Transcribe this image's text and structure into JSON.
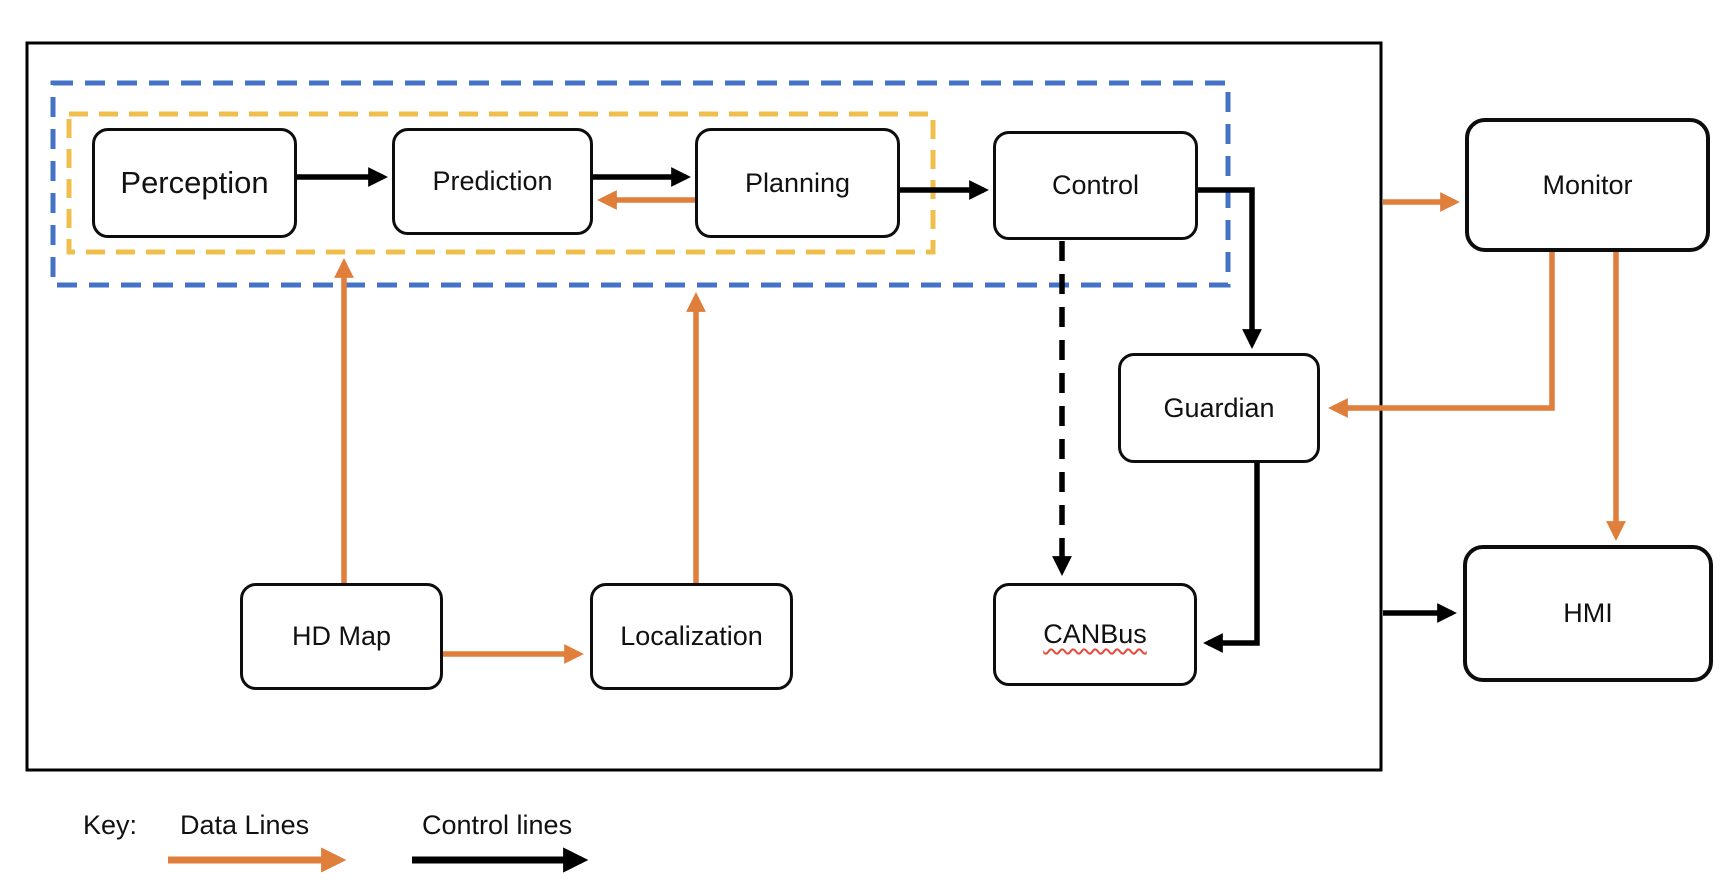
{
  "colors": {
    "control": "#000000",
    "data": "#E07E3C",
    "group_blue": "#4472C4",
    "group_yellow": "#F0BF4B"
  },
  "modules": {
    "perception": "Perception",
    "prediction": "Prediction",
    "planning": "Planning",
    "control": "Control",
    "hd_map": "HD Map",
    "localization": "Localization",
    "canbus": "CANBus",
    "guardian": "Guardian",
    "monitor": "Monitor",
    "hmi": "HMI"
  },
  "key": {
    "label": "Key:",
    "data_lines": "Data Lines",
    "control_lines": "Control lines"
  }
}
